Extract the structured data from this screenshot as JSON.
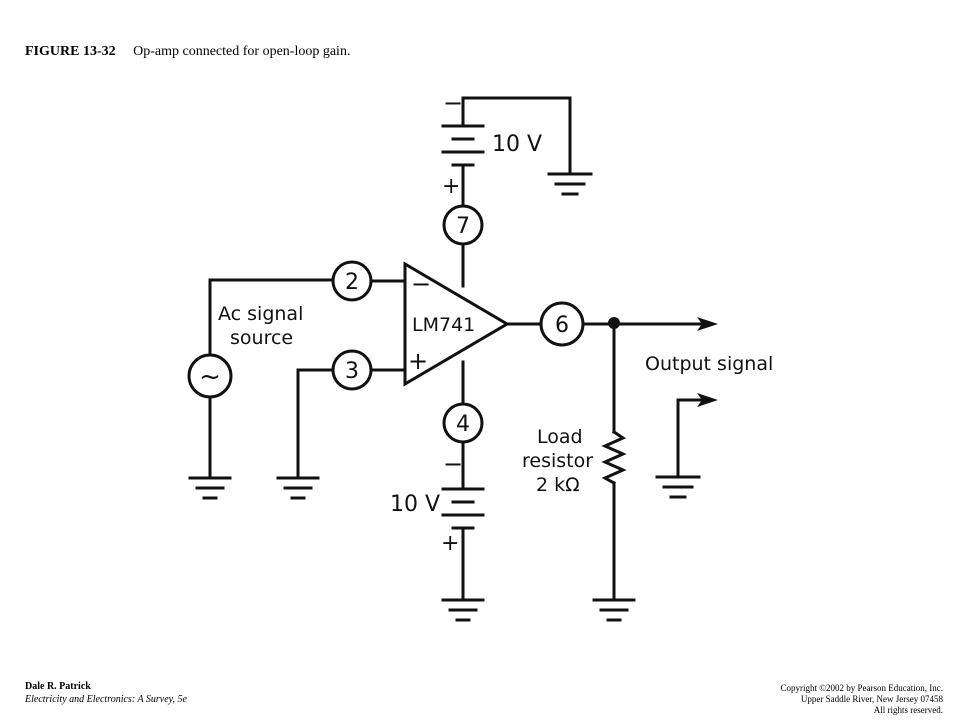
{
  "caption": {
    "figure_number": "FIGURE 13-32",
    "text": "Op-amp connected for open-loop gain."
  },
  "diagram": {
    "opamp_label": "LM741",
    "opamp_minus": "−",
    "opamp_plus": "+",
    "pins": [
      "7",
      "2",
      "3",
      "6",
      "4"
    ],
    "supply_top": {
      "voltage": "10 V",
      "minus": "−",
      "plus": "+"
    },
    "supply_bottom": {
      "voltage": "10 V",
      "minus": "−",
      "plus": "+"
    },
    "source_label_line1": "Ac signal",
    "source_label_line2": "source",
    "source_symbol": "~",
    "output_label": "Output signal",
    "load_line1": "Load",
    "load_line2": "resistor",
    "load_line3": "2 kΩ"
  },
  "footer": {
    "author": "Dale R. Patrick",
    "book": "Electricity and Electronics: A Survey, 5e",
    "copyright_line1": "Copyright ©2002 by Pearson Education, Inc.",
    "copyright_line2": "Upper Saddle River, New Jersey 07458",
    "copyright_line3": "All rights reserved."
  }
}
